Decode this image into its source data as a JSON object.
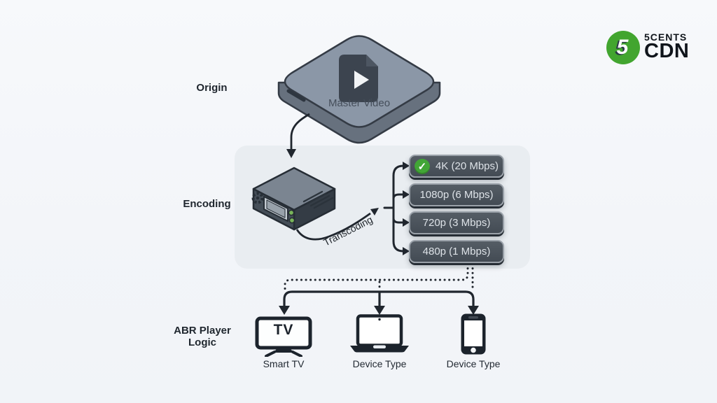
{
  "brand": {
    "mark": "5",
    "name_top": "5CENTS",
    "name_bottom": "CDN",
    "accent_green": "#42a52f",
    "ink": "#10151b"
  },
  "origin": {
    "stage_label": "Origin",
    "platform_caption": "Master Video",
    "platform_icon": "video-file-icon"
  },
  "encoding": {
    "stage_label": "Encoding",
    "transcoding_label": "Transcoding",
    "encoder_icon": "encoder-hardware-icon",
    "renditions": [
      {
        "label": "4K (20 Mbps)",
        "selected": true,
        "check_glyph": "✓"
      },
      {
        "label": "1080p (6 Mbps)",
        "selected": false
      },
      {
        "label": "720p (3 Mbps)",
        "selected": false
      },
      {
        "label": "480p (1 Mbps)",
        "selected": false
      }
    ]
  },
  "abr": {
    "stage_label_line1": "ABR Player",
    "stage_label_line2": "Logic",
    "devices": [
      {
        "kind": "smart-tv",
        "icon": "tv-icon",
        "screen_text": "TV",
        "caption": "Smart TV"
      },
      {
        "kind": "laptop",
        "icon": "laptop-icon",
        "caption": "Device Type"
      },
      {
        "kind": "phone",
        "icon": "smartphone-icon",
        "caption": "Device Type"
      }
    ]
  },
  "colors": {
    "background": "#f3f5f9",
    "panel": "#e9edf1",
    "line_ink": "#20262e",
    "button_fill": "#49525b",
    "platform_top": "#8b97a7",
    "status_green": "#42a636"
  }
}
